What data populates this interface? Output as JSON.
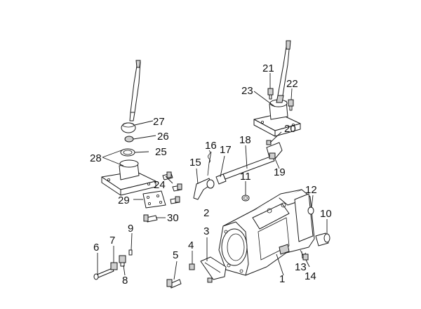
{
  "callouts": {
    "n1": "1",
    "n2": "2",
    "n3": "3",
    "n4": "4",
    "n5": "5",
    "n6": "6",
    "n7": "7",
    "n8": "8",
    "n9": "9",
    "n10": "10",
    "n11": "11",
    "n12": "12",
    "n13": "13",
    "n14": "14",
    "n15": "15",
    "n16": "16",
    "n17": "17",
    "n18": "18",
    "n19": "19",
    "n20": "20",
    "n21": "21",
    "n22": "22",
    "n23": "23",
    "n24": "24",
    "n25": "25",
    "n26": "26",
    "n27": "27",
    "n28": "28",
    "n29": "29",
    "n30": "30"
  }
}
